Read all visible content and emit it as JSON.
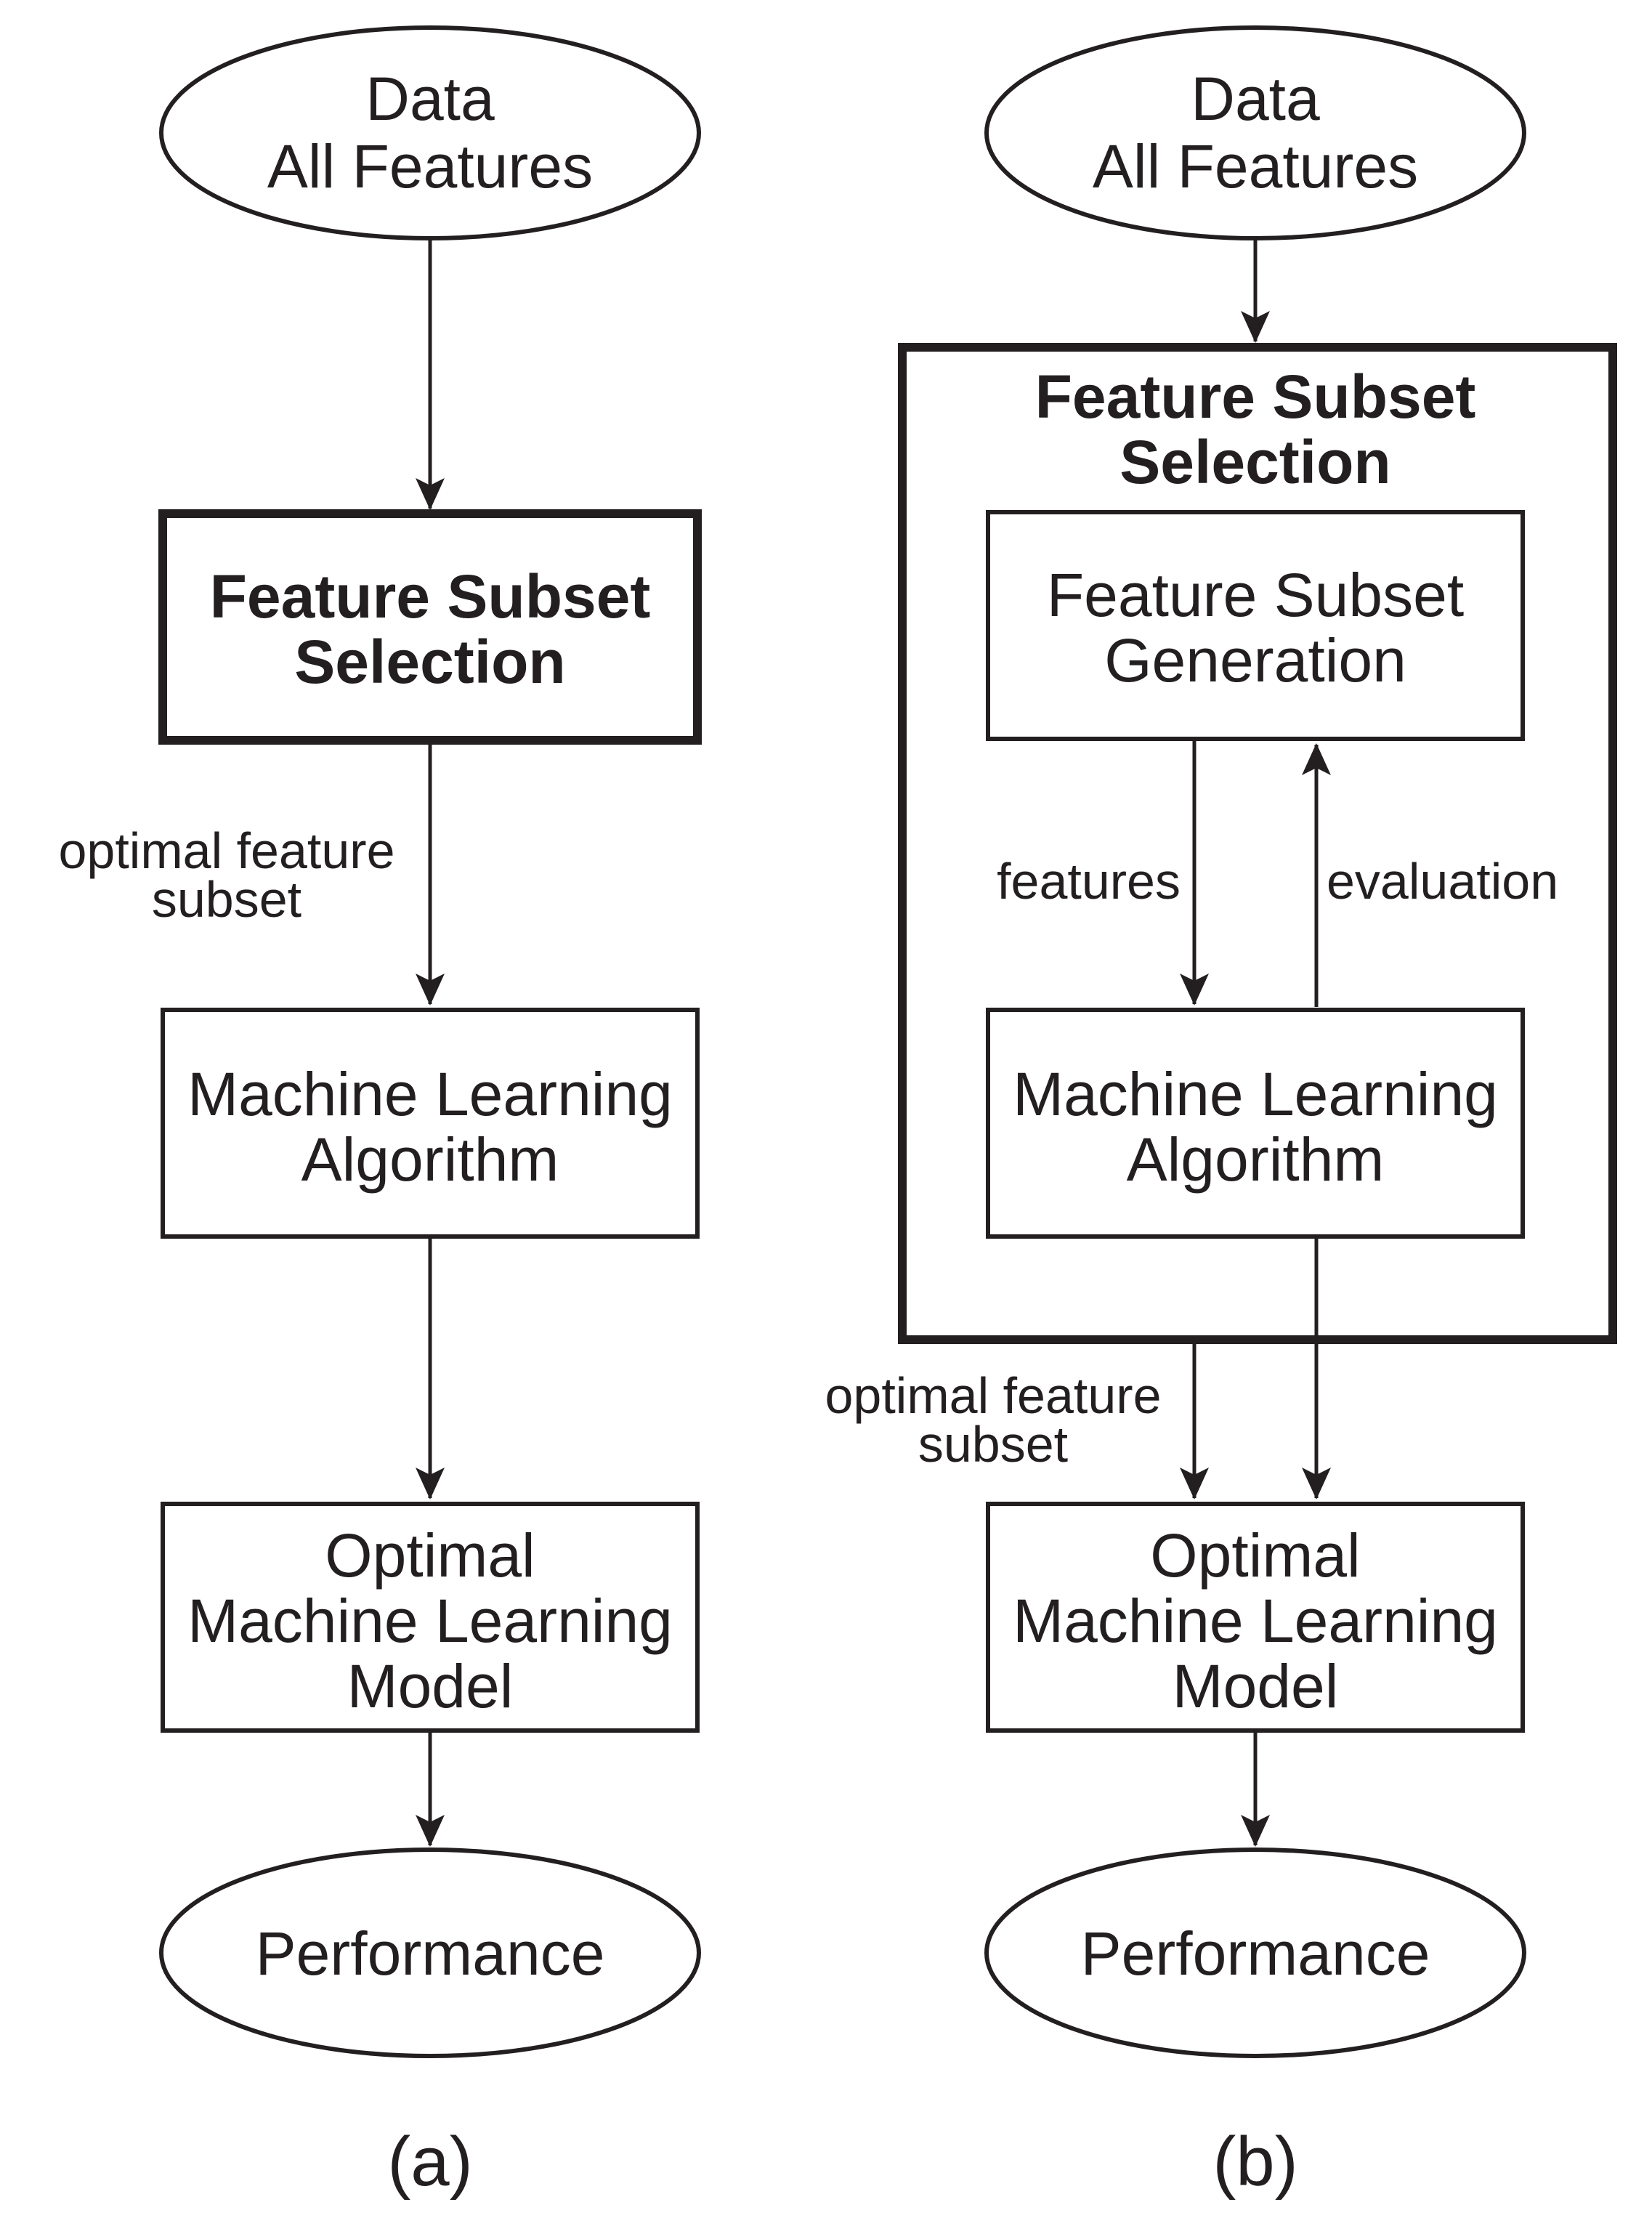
{
  "diagram_a": {
    "data_node": [
      "Data",
      "All Features"
    ],
    "fss_node": [
      "Feature Subset",
      "Selection"
    ],
    "edge_label": [
      "optimal feature",
      "subset"
    ],
    "mla_node": [
      "Machine Learning",
      "Algorithm"
    ],
    "model_node": [
      "Optimal",
      "Machine Learning",
      "Model"
    ],
    "performance_node": "Performance",
    "caption": "(a)"
  },
  "diagram_b": {
    "data_node": [
      "Data",
      "All Features"
    ],
    "fss_container_title": [
      "Feature Subset",
      "Selection"
    ],
    "generation_node": [
      "Feature Subset",
      "Generation"
    ],
    "features_label": "features",
    "evaluation_label": "evaluation",
    "mla_node": [
      "Machine Learning",
      "Algorithm"
    ],
    "edge_label": [
      "optimal feature",
      "subset"
    ],
    "model_node": [
      "Optimal",
      "Machine Learning",
      "Model"
    ],
    "performance_node": "Performance",
    "caption": "(b)"
  },
  "colors": {
    "ink": "#231f20",
    "background": "#ffffff"
  }
}
